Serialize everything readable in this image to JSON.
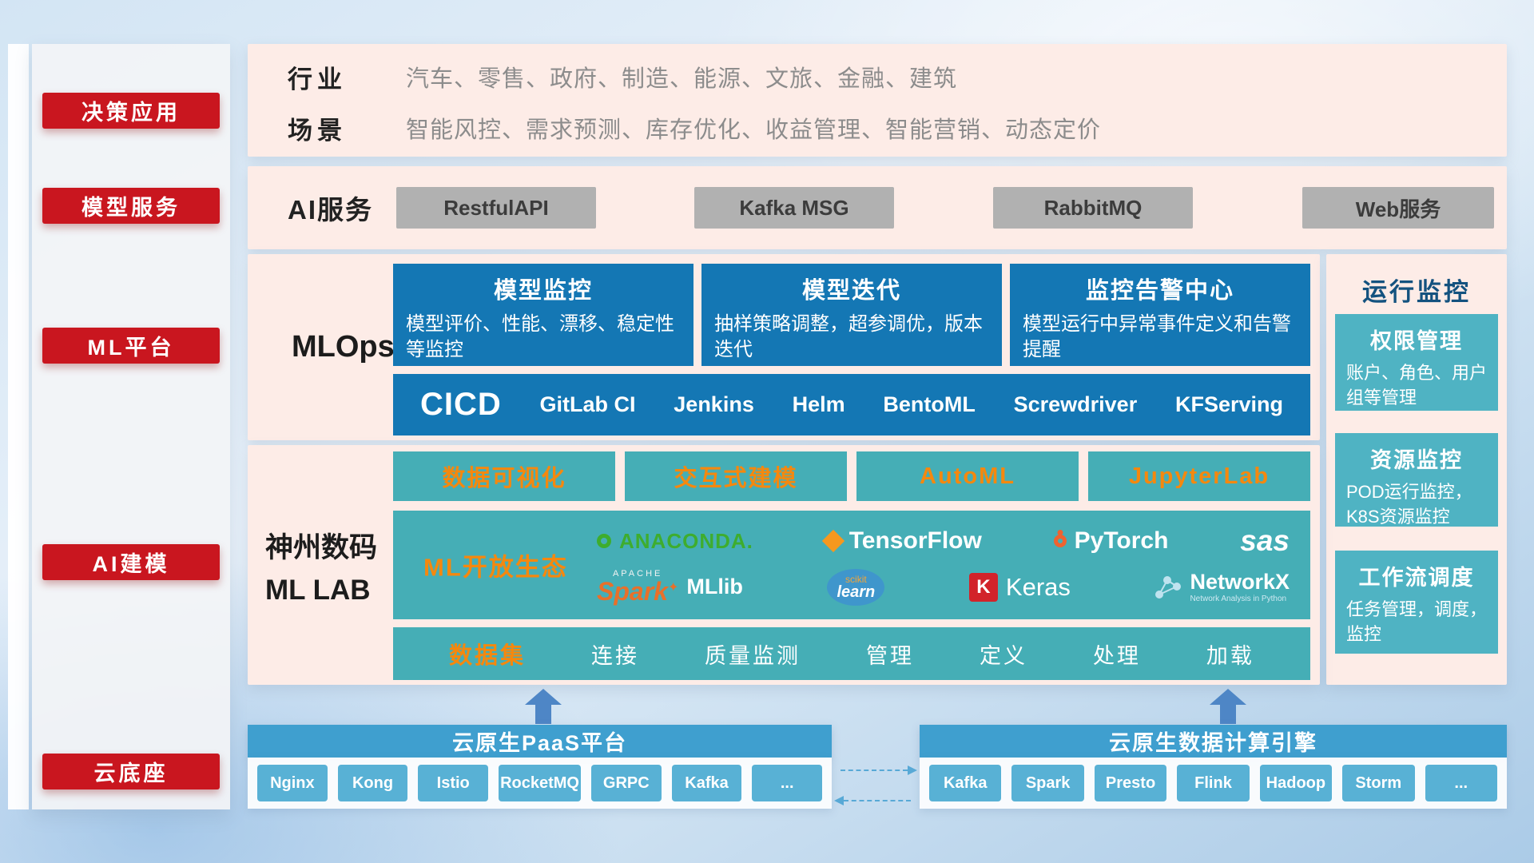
{
  "colors": {
    "accent_red": "#c9161f",
    "panel_pink": "#fdece7",
    "card_blue": "#1477b4",
    "teal": "#45aeb6",
    "teal_light": "#4fb3c3",
    "orange": "#f5880e",
    "gray_button": "#b1b1b1",
    "bar_blue": "#3f9fcf",
    "chip_blue": "#58b1d5",
    "arrow_blue": "#4e86c6",
    "anaconda_green": "#3ead2e",
    "tensorflow_orange": "#f6981e",
    "pytorch_orange": "#ee6330",
    "keras_red": "#d2232a",
    "spark_orange": "#e8702a",
    "sklearn_blue": "#3f96cc"
  },
  "sidebar": {
    "items": [
      "决策应用",
      "模型服务",
      "ML平台",
      "AI建模",
      "云底座"
    ]
  },
  "industry": {
    "rows": [
      {
        "label": "行业",
        "text": "汽车、零售、政府、制造、能源、文旅、金融、建筑"
      },
      {
        "label": "场景",
        "text": "智能风控、需求预测、库存优化、收益管理、智能营销、动态定价"
      }
    ]
  },
  "ai_service": {
    "label": "AI服务",
    "services": [
      "RestfulAPI",
      "Kafka MSG",
      "RabbitMQ",
      "Web服务"
    ]
  },
  "mlops": {
    "label": "MLOps",
    "cards": [
      {
        "title": "模型监控",
        "desc": "模型评价、性能、漂移、稳定性等监控"
      },
      {
        "title": "模型迭代",
        "desc": "抽样策略调整，超参调优，版本迭代"
      },
      {
        "title": "监控告警中心",
        "desc": "模型运行中异常事件定义和告警提醒"
      }
    ],
    "cicd": {
      "label": "CICD",
      "tools": [
        "GitLab CI",
        "Jenkins",
        "Helm",
        "BentoML",
        "Screwdriver",
        "KFServing"
      ]
    }
  },
  "monitor": {
    "title": "运行监控",
    "cards": [
      {
        "title": "权限管理",
        "desc": "账户、角色、用户组等管理"
      },
      {
        "title": "资源监控",
        "desc": "POD运行监控，K8S资源监控"
      },
      {
        "title": "工作流调度",
        "desc": "任务管理，调度，监控"
      }
    ]
  },
  "mllab": {
    "label_line1": "神州数码",
    "label_line2": "ML LAB",
    "features": [
      "数据可视化",
      "交互式建模",
      "AutoML",
      "JupyterLab"
    ],
    "ecosystem": {
      "label": "ML开放生态",
      "logos": {
        "anaconda": {
          "text": "ANACONDA."
        },
        "tensorflow": {
          "text": "TensorFlow"
        },
        "pytorch": {
          "text": "PyTorch"
        },
        "sas": {
          "text": "sas"
        },
        "spark": {
          "apache": "APACHE",
          "text": "Spark",
          "suffix": "MLlib"
        },
        "sklearn": {
          "top": "scikit",
          "text": "learn"
        },
        "keras": {
          "letter": "K",
          "text": "Keras"
        },
        "networkx": {
          "text": "NetworkX",
          "sub": "Network Analysis in Python"
        }
      }
    },
    "dataset": {
      "label": "数据集",
      "items": [
        "连接",
        "质量监测",
        "管理",
        "定义",
        "处理",
        "加载"
      ]
    }
  },
  "cloud": {
    "paas": {
      "title": "云原生PaaS平台",
      "items": [
        "Nginx",
        "Kong",
        "Istio",
        "RocketMQ",
        "GRPC",
        "Kafka",
        "..."
      ]
    },
    "engine": {
      "title": "云原生数据计算引擎",
      "items": [
        "Kafka",
        "Spark",
        "Presto",
        "Flink",
        "Hadoop",
        "Storm",
        "..."
      ]
    }
  }
}
